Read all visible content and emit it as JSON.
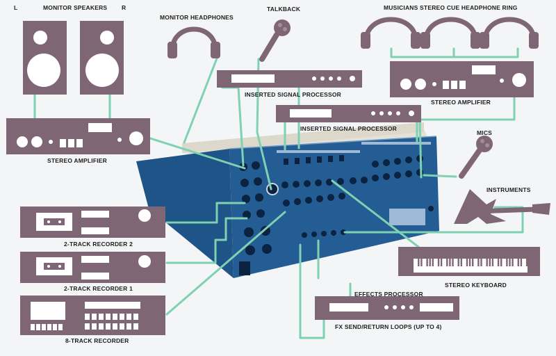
{
  "labels": {
    "speaker_left": "L",
    "monitor_speakers": "MONITOR SPEAKERS",
    "speaker_right": "R",
    "monitor_headphones": "MONITOR HEADPHONES",
    "talkback": "TALKBACK",
    "musicians_cue": "MUSICIANS STEREO CUE HEADPHONE RING",
    "inserted_processor_1": "INSERTED SIGNAL PROCESSOR",
    "inserted_processor_2": "INSERTED SIGNAL PROCESSOR",
    "stereo_amp_right": "STEREO AMPLIFIER",
    "stereo_amp_left": "STEREO AMPLIFIER",
    "mics": "MICS",
    "instruments": "INSTRUMENTS",
    "recorder_2": "2-TRACK RECORDER   2",
    "recorder_1": "2-TRACK RECORDER   1",
    "recorder_8": "8-TRACK RECORDER",
    "stereo_keyboard": "STEREO KEYBOARD",
    "effects_processor": "EFFECTS PROCESSOR",
    "fx_loops": "FX SEND/RETURN LOOPS (UP TO 4)"
  },
  "colors": {
    "device": "#7e6675",
    "wire": "#7fd1b3",
    "mixer_blue": "#245d93",
    "background": "#f4f5f6"
  },
  "icons": [
    "speaker-icon",
    "headphones-icon",
    "microphone-icon",
    "guitar-icon",
    "keyboard-icon",
    "mixer-console-icon"
  ]
}
